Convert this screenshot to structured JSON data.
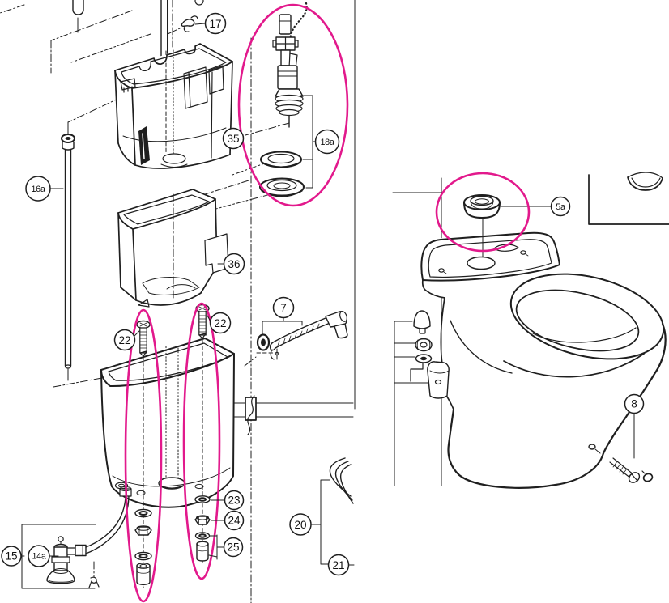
{
  "diagram": {
    "kind": "exploded-parts-diagram",
    "colors": {
      "ink": "#1f1f1f",
      "highlight": "#e2198c",
      "paper": "#ffffff"
    },
    "callouts": {
      "c17": "17",
      "c18a": "18a",
      "c35": "35",
      "c16a": "16a",
      "c36": "36",
      "c22_left": "22",
      "c22_right": "22",
      "c7": "7",
      "c23": "23",
      "c24": "24",
      "c25": "25",
      "c15": "15",
      "c14a": "14a",
      "c20": "20",
      "c21": "21",
      "c5a": "5a",
      "c8": "8"
    },
    "highlighted_callouts": [
      "18a",
      "22",
      "5a"
    ]
  }
}
